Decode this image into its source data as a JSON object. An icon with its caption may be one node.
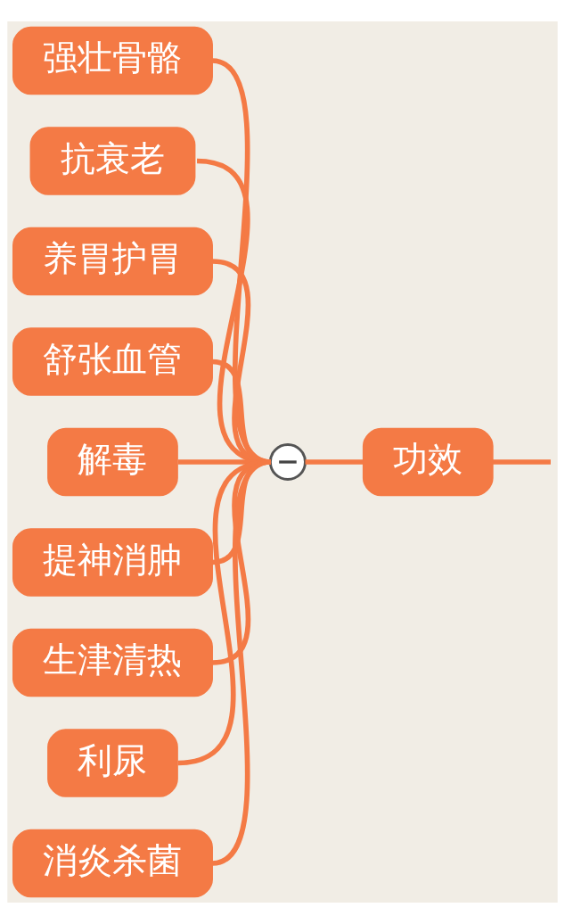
{
  "diagram": {
    "nodes": [
      {
        "text": [
          "强壮骨骼"
        ]
      },
      {
        "text": [
          "抗衰老"
        ]
      },
      {
        "text": [
          "养胃护胃"
        ]
      },
      {
        "text": [
          "舒张血管"
        ]
      },
      {
        "text": [
          "解毒"
        ]
      },
      {
        "text": [
          "提神消肿"
        ]
      },
      {
        "text": [
          "生津清热"
        ]
      },
      {
        "text": [
          "利尿"
        ]
      },
      {
        "text": [
          "消炎杀菌"
        ]
      },
      {
        "text": [],
        "shape": "circle"
      },
      {
        "text": [
          "功效"
        ]
      }
    ],
    "edges": [
      {
        "from": 9,
        "to": 0,
        "arrow": "none"
      },
      {
        "from": 9,
        "to": 1,
        "arrow": "none"
      },
      {
        "from": 9,
        "to": 2,
        "arrow": "none"
      },
      {
        "from": 9,
        "to": 3,
        "arrow": "none"
      },
      {
        "from": 9,
        "to": 4,
        "arrow": "none"
      },
      {
        "from": 9,
        "to": 5,
        "arrow": "none"
      },
      {
        "from": 9,
        "to": 6,
        "arrow": "none"
      },
      {
        "from": 9,
        "to": 7,
        "arrow": "none"
      },
      {
        "from": 9,
        "to": 8,
        "arrow": "none"
      },
      {
        "from": 10,
        "to": 9,
        "arrow": "none"
      },
      {
        "from": 10,
        "to": null,
        "arrow": "none"
      }
    ]
  }
}
